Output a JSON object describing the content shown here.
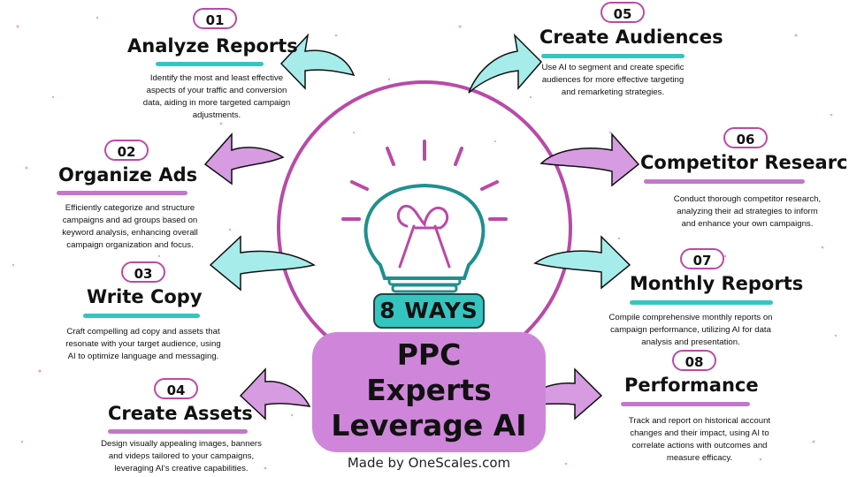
{
  "center": {
    "ways_label": "8 WAYS",
    "title_lines": [
      "PPC",
      "Experts",
      "Leverage AI"
    ],
    "credit": "Made by OneScales.com"
  },
  "colors": {
    "teal": "#35c5c0",
    "purple": "#c277c9",
    "badge_border": "#b94aa8",
    "bulb_purple": "#b94aa8",
    "bulb_teal": "#1f8f8f"
  },
  "items": [
    {
      "number": "01",
      "title": "Analyze Reports",
      "desc": [
        "Identify the most and least effective",
        "aspects of your traffic and conversion",
        "data, aiding in more targeted campaign",
        "adjustments."
      ]
    },
    {
      "number": "02",
      "title": "Organize Ads",
      "desc": [
        "Efficiently categorize and structure",
        "campaigns and ad groups based on",
        "keyword analysis, enhancing overall",
        "campaign organization and focus."
      ]
    },
    {
      "number": "03",
      "title": "Write Copy",
      "desc": [
        "Craft compelling ad copy and assets that",
        "resonate with your target audience, using",
        "AI to optimize language and messaging."
      ]
    },
    {
      "number": "04",
      "title": "Create Assets",
      "desc": [
        "Design visually appealing images, banners",
        "and videos tailored to your campaigns,",
        "leveraging AI's creative capabilities."
      ]
    },
    {
      "number": "05",
      "title": "Create Audiences",
      "desc": [
        "Use AI to segment and create specific",
        "audiences for more effective targeting",
        "and remarketing strategies."
      ]
    },
    {
      "number": "06",
      "title": "Competitor Research",
      "desc": [
        "Conduct thorough competitor research,",
        "analyzing their ad strategies to inform",
        "and enhance your own campaigns."
      ]
    },
    {
      "number": "07",
      "title": "Monthly Reports",
      "desc": [
        "Compile comprehensive monthly reports on",
        "campaign performance, utilizing AI for data",
        "analysis and presentation."
      ]
    },
    {
      "number": "08",
      "title": "Performance",
      "desc": [
        "Track and report on historical account",
        "changes and their impact, using AI to",
        "correlate actions with outcomes and",
        "measure efficacy."
      ]
    }
  ]
}
